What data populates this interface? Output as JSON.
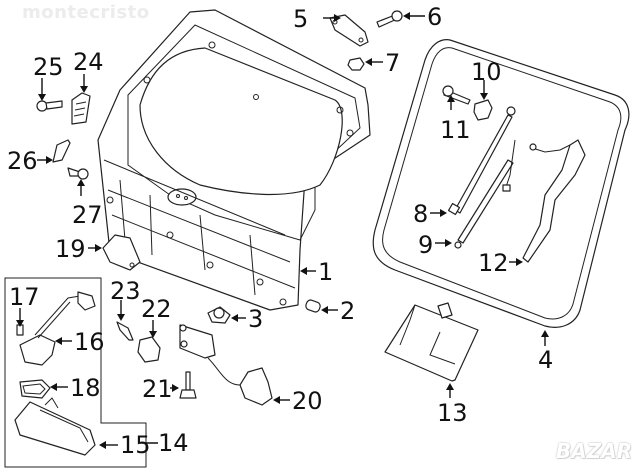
{
  "watermark": "montecristo",
  "logo": "BAZAR",
  "diagram": {
    "title": "Liftgate assembly exploded parts diagram",
    "callouts": [
      {
        "id": "1",
        "label": "1",
        "part": "liftgate-panel"
      },
      {
        "id": "2",
        "label": "2",
        "part": "bumper-stop"
      },
      {
        "id": "3",
        "label": "3",
        "part": "bumper-cushion"
      },
      {
        "id": "4",
        "label": "4",
        "part": "weatherstrip-seal"
      },
      {
        "id": "5",
        "label": "5",
        "part": "hinge"
      },
      {
        "id": "6",
        "label": "6",
        "part": "hinge-bolt"
      },
      {
        "id": "7",
        "label": "7",
        "part": "nut"
      },
      {
        "id": "8",
        "label": "8",
        "part": "lift-support-strut"
      },
      {
        "id": "9",
        "label": "9",
        "part": "power-strut"
      },
      {
        "id": "10",
        "label": "10",
        "part": "strut-bracket"
      },
      {
        "id": "11",
        "label": "11",
        "part": "bracket-bolt"
      },
      {
        "id": "12",
        "label": "12",
        "part": "pinch-sensor-strip"
      },
      {
        "id": "13",
        "label": "13",
        "part": "control-module"
      },
      {
        "id": "14",
        "label": "14",
        "part": "license-lamp-assembly"
      },
      {
        "id": "15",
        "label": "15",
        "part": "lamp-housing"
      },
      {
        "id": "16",
        "label": "16",
        "part": "camera-harness"
      },
      {
        "id": "17",
        "label": "17",
        "part": "screw"
      },
      {
        "id": "18",
        "label": "18",
        "part": "gasket"
      },
      {
        "id": "19",
        "label": "19",
        "part": "latch-striker"
      },
      {
        "id": "20",
        "label": "20",
        "part": "latch-actuator"
      },
      {
        "id": "21",
        "label": "21",
        "part": "latch-bolt"
      },
      {
        "id": "22",
        "label": "22",
        "part": "switch-cover"
      },
      {
        "id": "23",
        "label": "23",
        "part": "clip-pin"
      },
      {
        "id": "24",
        "label": "24",
        "part": "trim-clip"
      },
      {
        "id": "25",
        "label": "25",
        "part": "bolt"
      },
      {
        "id": "26",
        "label": "26",
        "part": "pad"
      },
      {
        "id": "27",
        "label": "27",
        "part": "screw"
      }
    ]
  }
}
